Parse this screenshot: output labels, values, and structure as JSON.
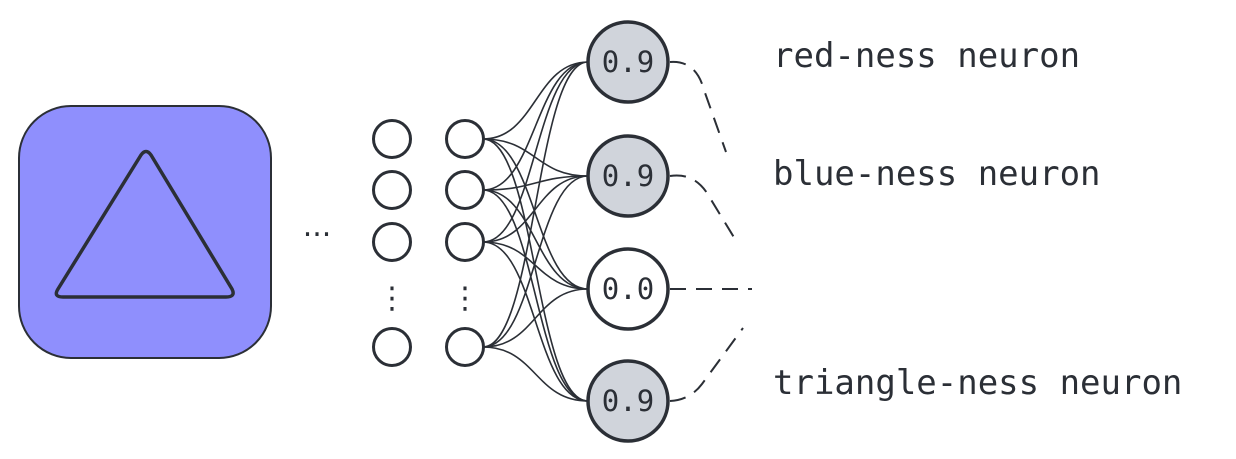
{
  "colors": {
    "stroke": "#2b2f36",
    "input_box_fill": "#8f8ffd",
    "active_neuron_fill": "#d0d4db",
    "inactive_neuron_fill": "#ffffff"
  },
  "input_image": {
    "shape_icon": "triangle-icon"
  },
  "ellipsis": "...",
  "vertical_ellipsis": "⋮",
  "output_neurons": [
    {
      "value": "0.9",
      "active": true,
      "label": "red-ness neuron"
    },
    {
      "value": "0.9",
      "active": true,
      "label": "blue-ness neuron"
    },
    {
      "value": "0.0",
      "active": false,
      "label": ""
    },
    {
      "value": "0.9",
      "active": true,
      "label": "triangle-ness neuron"
    }
  ]
}
